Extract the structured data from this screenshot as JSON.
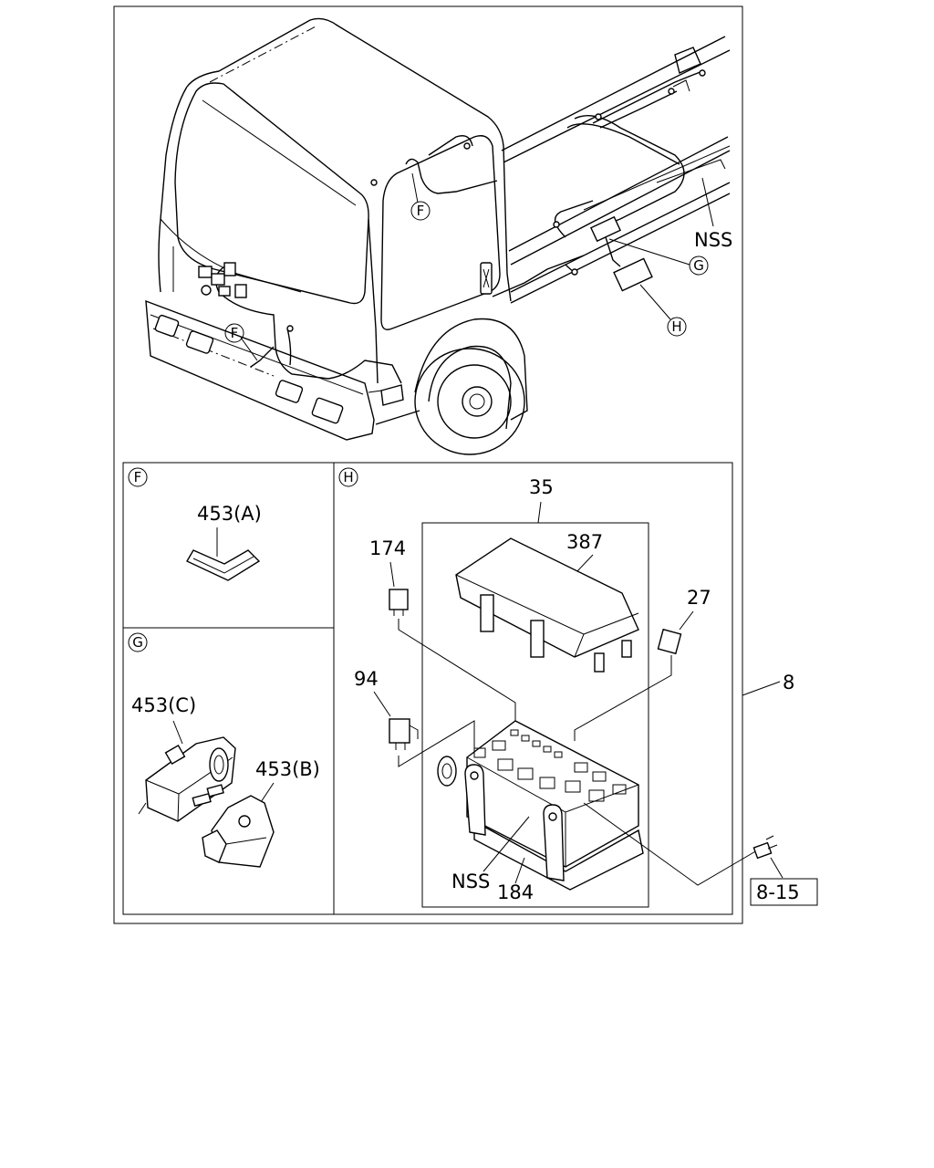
{
  "callouts": {
    "nss_top": "NSS",
    "g_marker": "G",
    "h_marker": "H",
    "f_marker_upper": "F",
    "f_marker_lower": "F",
    "part_8": "8"
  },
  "panel_f": {
    "marker": "F",
    "part_453a": "453(A)"
  },
  "panel_g": {
    "marker": "G",
    "part_453c": "453(C)",
    "part_453b": "453(B)"
  },
  "panel_h": {
    "marker": "H",
    "part_35": "35",
    "part_387": "387",
    "part_174": "174",
    "part_27": "27",
    "part_94": "94",
    "nss": "NSS",
    "part_184": "184",
    "ref_box": "8-15"
  }
}
